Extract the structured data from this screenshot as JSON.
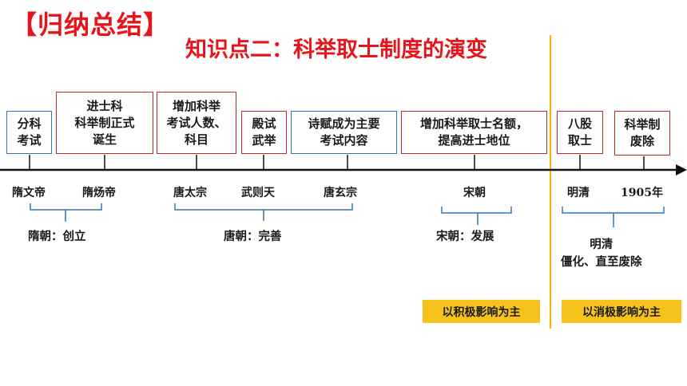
{
  "header": {
    "title": "【归纳总结】",
    "subtitle": "知识点二：科举取士制度的演变"
  },
  "boxes": [
    {
      "id": "b1",
      "text": "分科\n考试",
      "color": "blue"
    },
    {
      "id": "b2",
      "text": "进士科\n科举制正式\n诞生",
      "color": "red"
    },
    {
      "id": "b3",
      "text": "增加科举\n考试人数、\n科目",
      "color": "red"
    },
    {
      "id": "b4",
      "text": "殿试\n武举",
      "color": "red"
    },
    {
      "id": "b5",
      "text": "诗赋成为主要\n考试内容",
      "color": "blue"
    },
    {
      "id": "b6",
      "text": "增加科举取士名额，\n提高进士地位",
      "color": "red"
    },
    {
      "id": "b7",
      "text": "八股\n取士",
      "color": "red"
    },
    {
      "id": "b8",
      "text": "科举制\n废除",
      "color": "red"
    }
  ],
  "timeline_labels": [
    "隋文帝",
    "隋炀帝",
    "唐太宗",
    "武则天",
    "唐玄宗",
    "宋朝",
    "明清",
    "1905年"
  ],
  "groups": [
    "隋朝：创立",
    "唐朝：完善",
    "宋朝：发展",
    "明清\n僵化、直至废除"
  ],
  "tags": [
    "以积极影响为主",
    "以消极影响为主"
  ],
  "colors": {
    "title": "#e8141b",
    "box_red": "#c0282d",
    "box_blue": "#2e75b6",
    "brace": "#2e75b6",
    "tag": "#f7c21b",
    "divider": "#f2b705"
  }
}
